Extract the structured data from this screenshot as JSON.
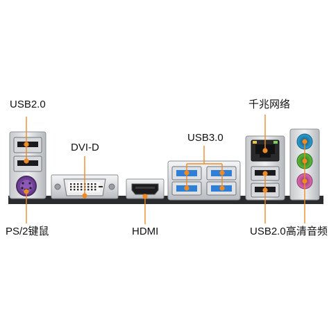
{
  "labels": {
    "usb2_left": "USB2.0",
    "dvi": "DVI-D",
    "usb3": "USB3.0",
    "lan": "千兆网络",
    "ps2": "PS/2键鼠",
    "hdmi": "HDMI",
    "usb2_right": "USB2.0",
    "audio": "高清音频"
  },
  "colors": {
    "accent": "#f08a24",
    "usb3_blue": "#2f7fd6",
    "ps2_purple": "#8e58b8",
    "audio_blue": "#2aa3d8",
    "audio_green": "#5fbf3a",
    "audio_pink": "#e26ab0"
  }
}
